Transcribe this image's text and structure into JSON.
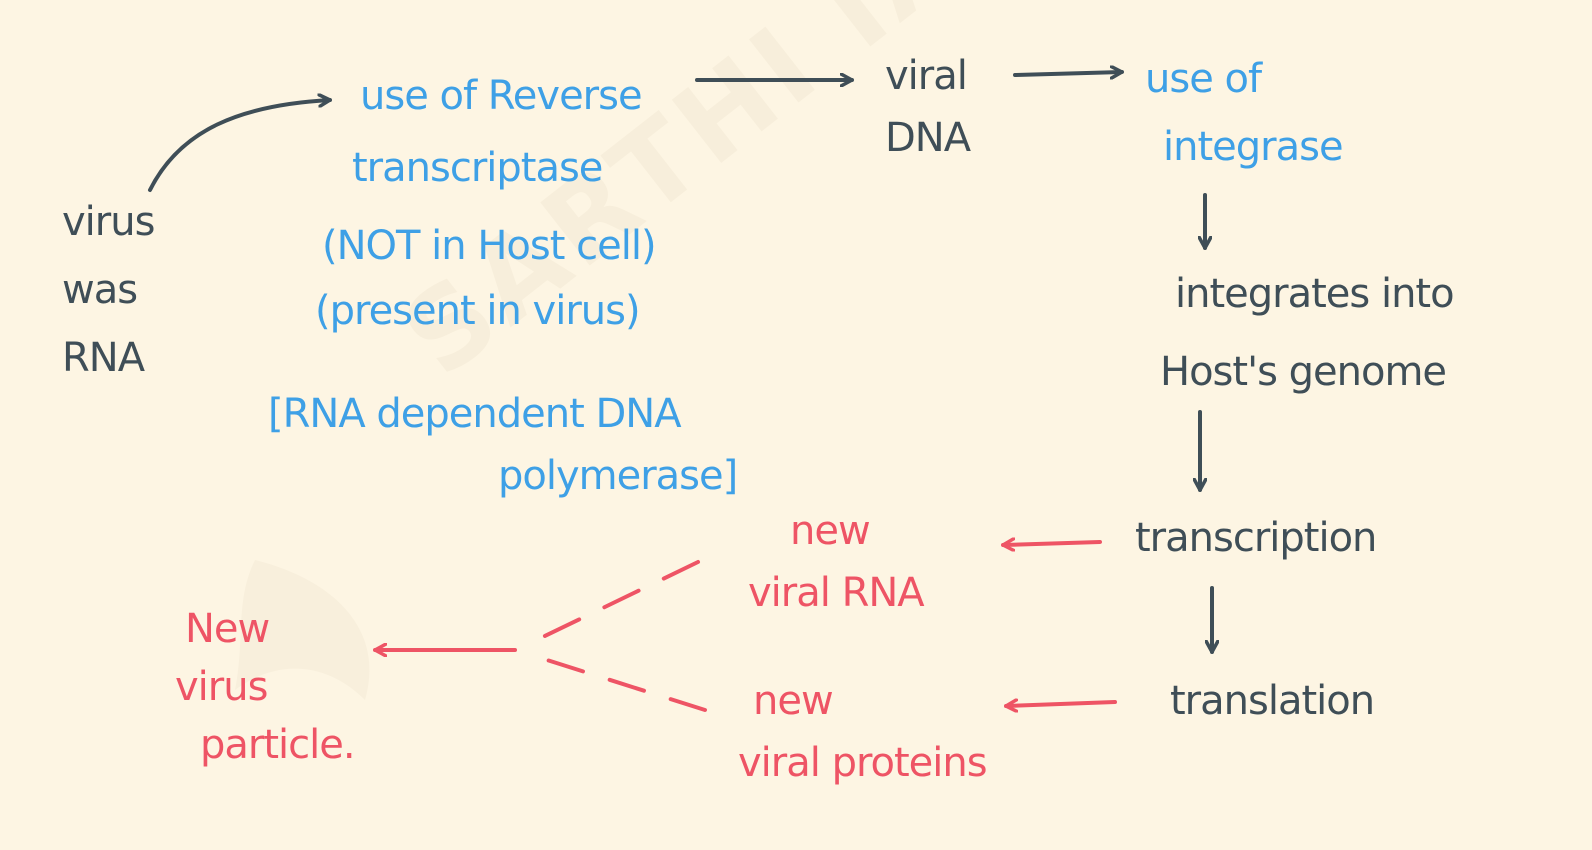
{
  "nodes": {
    "virus_rna": [
      "virus",
      "was",
      "RNA"
    ],
    "reverse_transcriptase": [
      "use of Reverse",
      "transcriptase"
    ],
    "not_in_host": "(NOT in Host cell)",
    "present_in_virus": "(present in virus)",
    "rna_dependent": [
      "[RNA dependent DNA",
      "polymerase]"
    ],
    "viral_dna": [
      "viral",
      "DNA"
    ],
    "integrase": [
      "use of",
      "integrase"
    ],
    "integrates": [
      "integrates into",
      "Host's genome"
    ],
    "transcription": "transcription",
    "translation": "translation",
    "new_viral_rna": [
      "new",
      "viral RNA"
    ],
    "new_viral_proteins": [
      "new",
      "viral proteins"
    ],
    "new_virus_particle": [
      "New",
      "virus",
      "particle."
    ]
  },
  "watermark": "SARTHI IAS",
  "colors": {
    "background": "#fdf5e3",
    "dark_ink": "#3f4e57",
    "blue_ink": "#3ea0e6",
    "red_ink": "#ee5465"
  }
}
